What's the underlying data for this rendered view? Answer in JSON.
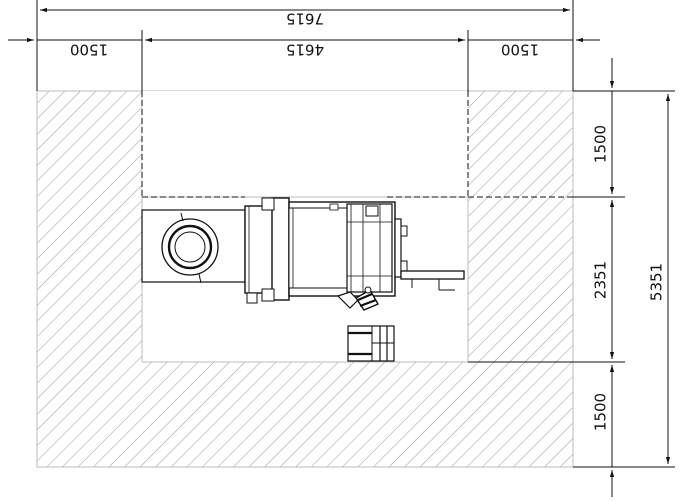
{
  "drawing": {
    "dimensions": {
      "overall_width": "7615",
      "left_margin": "1500",
      "inner_width": "4615",
      "right_margin": "1500",
      "top_margin": "1500",
      "inner_height": "2351",
      "bottom_margin": "1500",
      "overall_height": "5351"
    },
    "colors": {
      "line": "#111111",
      "hatch": "#9a9a9a",
      "zone_border": "#bdbdbd"
    }
  }
}
